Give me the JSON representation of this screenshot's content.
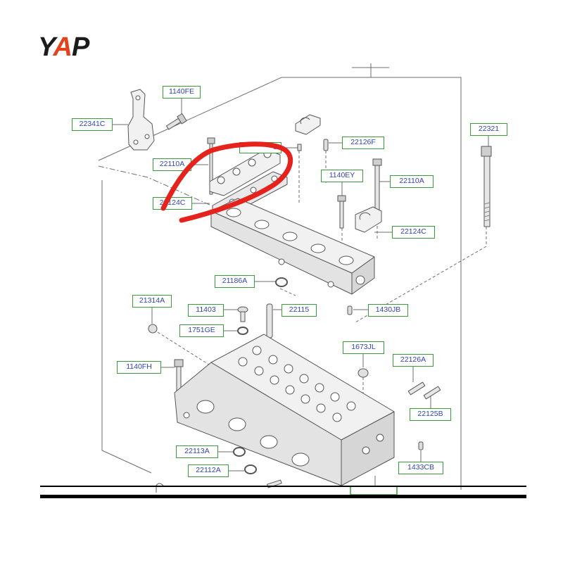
{
  "logo": {
    "letters": [
      "Y",
      "A",
      "P"
    ]
  },
  "colors": {
    "label_border": "#3a9c3a",
    "label_text": "#2f45b4",
    "annotation": "#e5231c",
    "logo_dark": "#1b1b1b",
    "logo_accent": "#e4421d",
    "line_art": "#5a5a5a"
  },
  "part_labels": [
    "1140FE",
    "22341C",
    "22110A",
    "22124C",
    "C",
    "22126F",
    "1140EY",
    "22110A",
    "22321",
    "22124C",
    "21186A",
    "21314A",
    "11403",
    "22115",
    "1430JB",
    "1751GE",
    "1673JL",
    "22126A",
    "1140FH",
    "22125B",
    "22113A",
    "22112A",
    "1433CB"
  ]
}
